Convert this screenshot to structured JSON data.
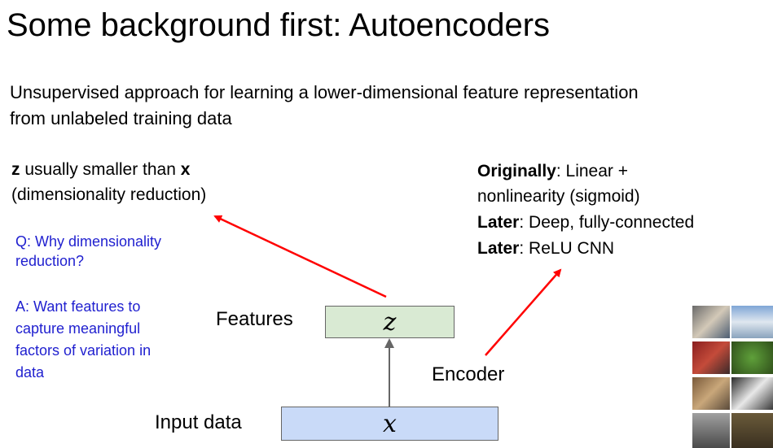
{
  "slide": {
    "title": "Some background first: Autoencoders",
    "subtitle_line1": "Unsupervised approach for learning a lower-dimensional feature representation",
    "subtitle_line2": "from unlabeled training data"
  },
  "left_note": {
    "line1_bold": "z",
    "line1_rest": " usually smaller than ",
    "line1_bold2": "x",
    "line2": "(dimensionality reduction)"
  },
  "qa": {
    "q_line1": "Q: Why dimensionality",
    "q_line2": "reduction?",
    "a_line1": "A: Want features to",
    "a_line2": "capture meaningful",
    "a_line3": "factors of variation in",
    "a_line4": "data"
  },
  "right_note": {
    "l1_bold": "Originally",
    "l1_rest": ": Linear +",
    "l2": "nonlinearity (sigmoid)",
    "l3_bold": "Later",
    "l3_rest": ": Deep, fully-connected",
    "l4_bold": "Later",
    "l4_rest": ": ReLU CNN"
  },
  "diagram": {
    "features_label": "Features",
    "z_symbol": "z",
    "input_label": "Input data",
    "x_symbol": "x",
    "encoder_label": "Encoder"
  },
  "colors": {
    "arrow_red": "#ff0000",
    "arrow_gray": "#666666",
    "z_box": "#d9ead3",
    "x_box": "#c9daf8",
    "qa_text": "#1f1fcf"
  }
}
